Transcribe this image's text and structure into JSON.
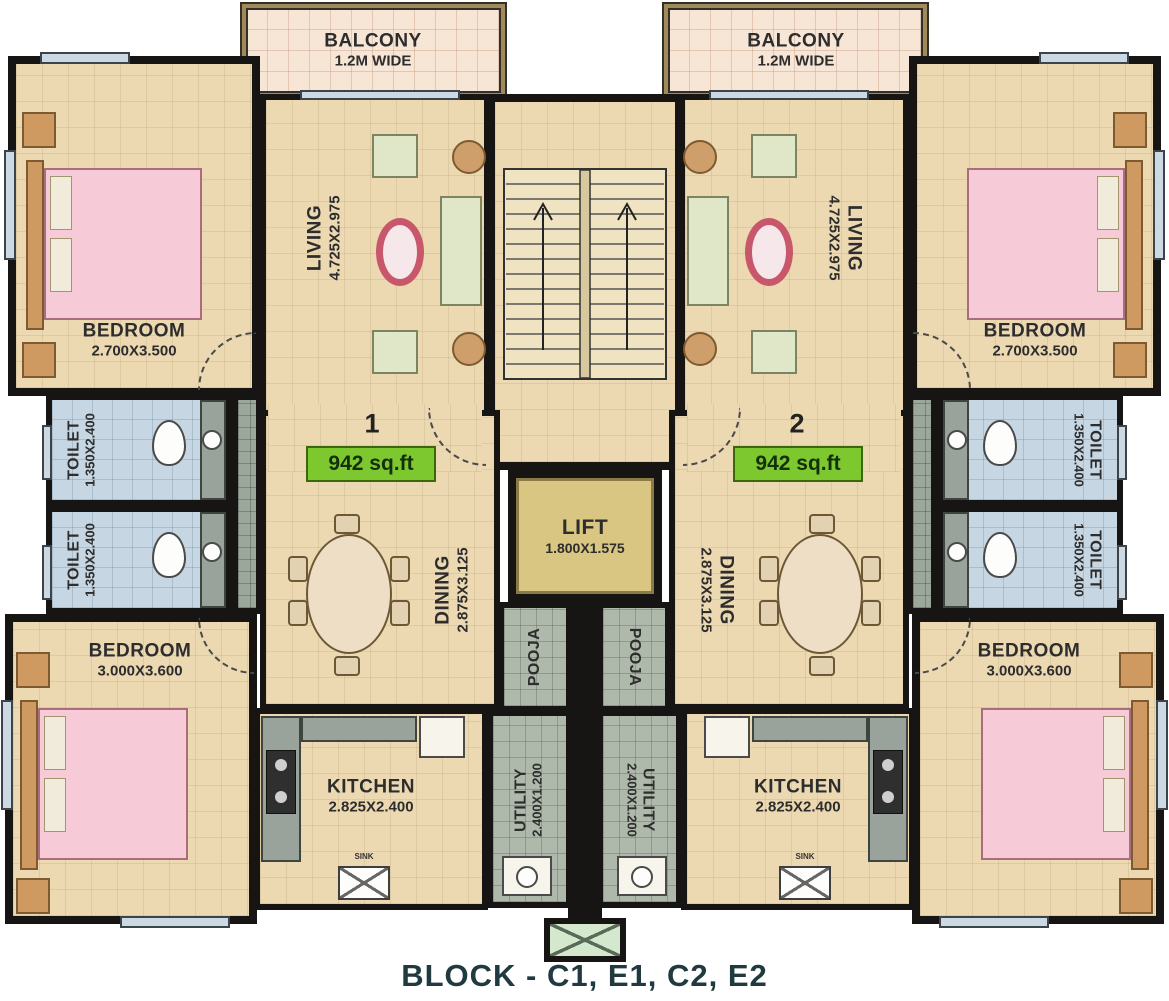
{
  "title": "BLOCK - C1, E1, C2, E2",
  "colors": {
    "wall": "#171513",
    "floor_beige": "#ecd9b2",
    "floor_toilet": "#c6d6e2",
    "floor_tile": "#aeb9ab",
    "floor_balcony": "#f7e5d5",
    "bed_pink": "#f6cbd7",
    "area_badge_green": "#7dc72f",
    "lift_fill": "#d9c682",
    "title_color": "#213a40"
  },
  "core": {
    "lift": {
      "name": "LIFT",
      "dim": "1.800X1.575"
    }
  },
  "unit1": {
    "number": "1",
    "area": "942 sq.ft",
    "balcony": {
      "name": "BALCONY",
      "dim": "1.2M WIDE"
    },
    "living": {
      "name": "LIVING",
      "dim": "4.725X2.975"
    },
    "bedroom_top": {
      "name": "BEDROOM",
      "dim": "2.700X3.500"
    },
    "toilet_a": {
      "name": "TOILET",
      "dim": "1.350X2.400"
    },
    "toilet_b": {
      "name": "TOILET",
      "dim": "1.350X2.400"
    },
    "bedroom_bottom": {
      "name": "BEDROOM",
      "dim": "3.000X3.600"
    },
    "dining": {
      "name": "DINING",
      "dim": "2.875X3.125"
    },
    "pooja": {
      "name": "POOJA"
    },
    "kitchen": {
      "name": "KITCHEN",
      "dim": "2.825X2.400",
      "sink": "SINK"
    },
    "utility": {
      "name": "UTILITY",
      "dim": "2.400X1.200"
    }
  },
  "unit2": {
    "number": "2",
    "area": "942 sq.ft",
    "balcony": {
      "name": "BALCONY",
      "dim": "1.2M WIDE"
    },
    "living": {
      "name": "LIVING",
      "dim": "4.725X2.975"
    },
    "bedroom_top": {
      "name": "BEDROOM",
      "dim": "2.700X3.500"
    },
    "toilet_a": {
      "name": "TOILET",
      "dim": "1.350X2.400"
    },
    "toilet_b": {
      "name": "TOILET",
      "dim": "1.350X2.400"
    },
    "bedroom_bottom": {
      "name": "BEDROOM",
      "dim": "3.000X3.600"
    },
    "dining": {
      "name": "DINING",
      "dim": "2.875X3.125"
    },
    "pooja": {
      "name": "POOJA"
    },
    "kitchen": {
      "name": "KITCHEN",
      "dim": "2.825X2.400",
      "sink": "SINK"
    },
    "utility": {
      "name": "UTILITY",
      "dim": "2.400X1.200"
    }
  }
}
